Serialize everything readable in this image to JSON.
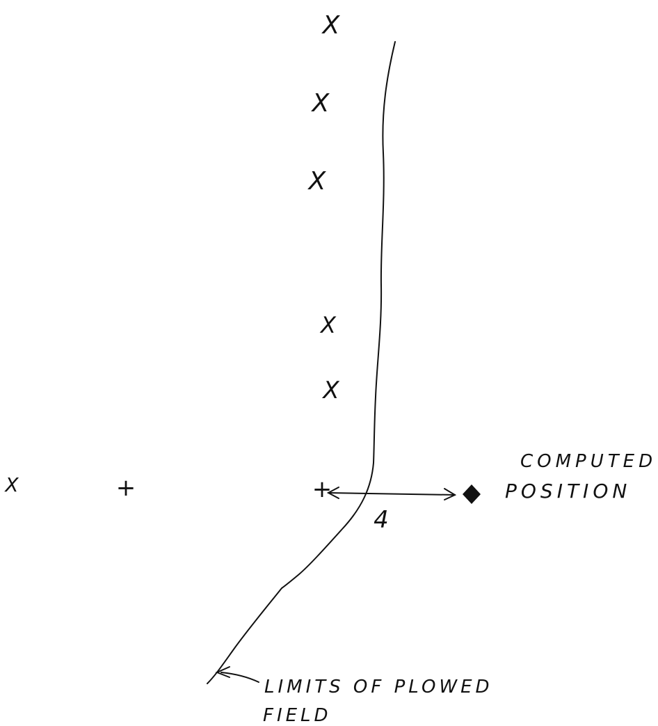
{
  "diagram": {
    "colors": {
      "ink": "#111111",
      "background": "#ffffff"
    },
    "markers": {
      "x_glyph": "X",
      "plus_glyph": "+"
    },
    "distance_label": "4",
    "computed_position_label_line1": "COMPUTED",
    "computed_position_label_line2": "POSITION",
    "field_limit_label_line1": "LIMITS OF PLOWED",
    "field_limit_label_line2": "FIELD"
  }
}
